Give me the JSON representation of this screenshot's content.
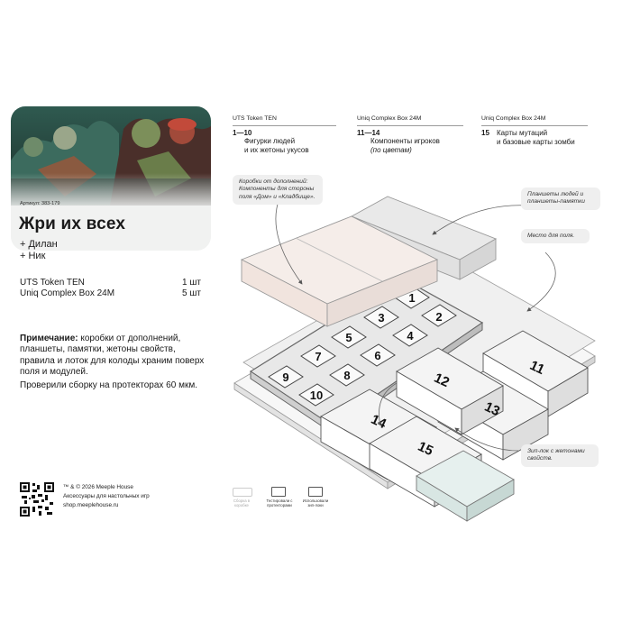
{
  "product": {
    "sku": "Артикул: 383-179",
    "title": "Жри их всех",
    "subtitle_1": "+ Дилан",
    "subtitle_2": "+ Ник"
  },
  "components": [
    {
      "name": "UTS Token TEN",
      "qty": "1 шт"
    },
    {
      "name": "Uniq Complex Box 24M",
      "qty": "5 шт"
    }
  ],
  "note": {
    "label": "Примечание:",
    "text": " коробки от дополнений, планшеты, памятки, жетоны свойств, правила и лоток для колоды храним поверх поля и модулей.",
    "text2": "Проверили сборку на протекторах 60 мкм."
  },
  "footer": {
    "line1": "™ & © 2026 Meeple House",
    "line2": "Аксессуары для настольных игр",
    "line3": "shop.meeplehouse.ru"
  },
  "legend": [
    {
      "header": "UTS Token TEN",
      "num": "1—10",
      "text1": "Фигурки людей",
      "text2": "и их жетоны укусов"
    },
    {
      "header": "Uniq Complex Box 24M",
      "num": "11—14",
      "text1": "Компоненты игроков",
      "text2": "(по цветам)"
    },
    {
      "header": "Uniq Complex Box 24M",
      "num": "15",
      "text1": "Карты мутаций",
      "text2": "и базовые карты зомби"
    }
  ],
  "callouts": {
    "boxes": "Коробки от дополнений: Компоненты для стороны поля «Дом» и «Кладбище».",
    "tablets": "Планшеты людей и планшеты-памятки",
    "field": "Место для поля.",
    "ziplock": "Зип-лок с жетонами свойств."
  },
  "small_legend": [
    {
      "text": "Сборка в коробке"
    },
    {
      "text": "Тестировали с протекторами"
    },
    {
      "text": "Использовали зип-локи"
    }
  ],
  "diagram": {
    "token_labels": [
      "1",
      "2",
      "3",
      "4",
      "5",
      "6",
      "7",
      "8",
      "9",
      "10"
    ],
    "box_labels": [
      "11",
      "12",
      "13",
      "14",
      "15"
    ]
  },
  "colors": {
    "page_bg": "#ffffff",
    "card_bg": "#f1f2f1",
    "expansion_box": "#f2e9e5",
    "board_box": "#e6e6e6",
    "ziplock": "#dde9e6"
  }
}
